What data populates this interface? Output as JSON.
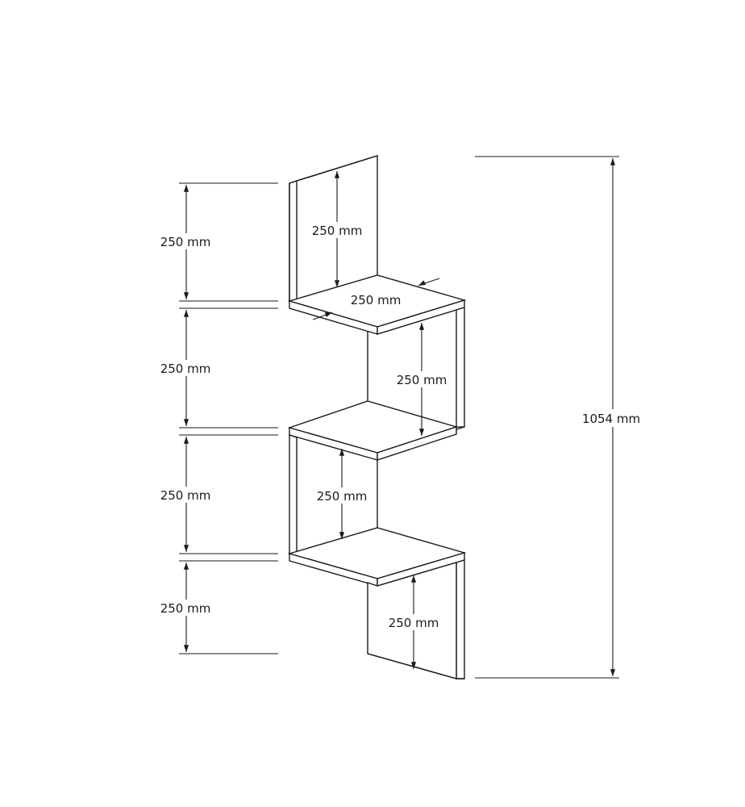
{
  "labels": {
    "left_1": "250 mm",
    "left_2": "250 mm",
    "left_3": "250 mm",
    "left_4": "250 mm",
    "inner_top_back": "250 mm",
    "inner_top_depth": "250 mm",
    "inner_2": "250 mm",
    "inner_3": "250 mm",
    "inner_4": "250 mm",
    "total_height": "1054 mm"
  },
  "colors": {
    "line": "#1a1a1a",
    "background": "#ffffff"
  }
}
